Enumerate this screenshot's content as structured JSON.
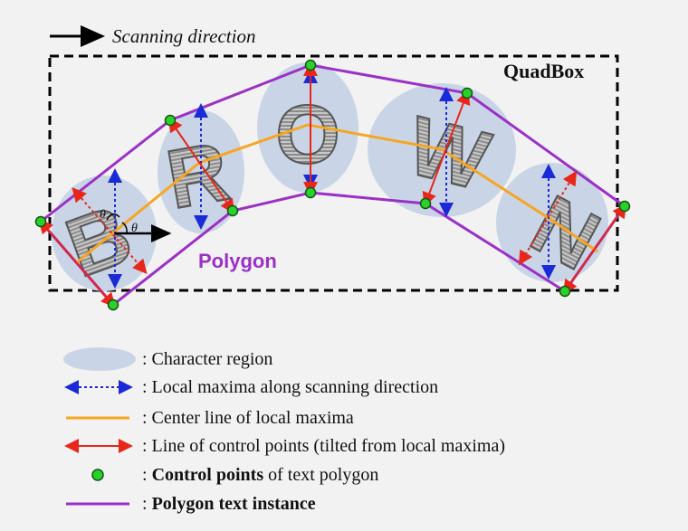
{
  "scan_label": "Scanning direction",
  "quadbox_label": "QuadBox",
  "polygon_label": "Polygon",
  "letters": [
    "B",
    "R",
    "O",
    "W",
    "N"
  ],
  "theta_symbol": "θ",
  "legend": {
    "character_region": ": Character region",
    "local_maxima": ": Local maxima along scanning direction",
    "center_line": ": Center line of local maxima",
    "control_line": ": Line of control points (tilted from local maxima)",
    "control_points_prefix": ": ",
    "control_points_bold": "Control points",
    "control_points_rest": " of text polygon",
    "polygon_instance_prefix": ": ",
    "polygon_instance_bold": "Polygon text instance"
  },
  "colors": {
    "polygon": "#9b30c8",
    "center_line": "#f5a623",
    "control_line": "#e8261a",
    "local_maxima": "#1a2ad8",
    "control_point": "#2bd12b",
    "region": "#c9d5e6"
  }
}
